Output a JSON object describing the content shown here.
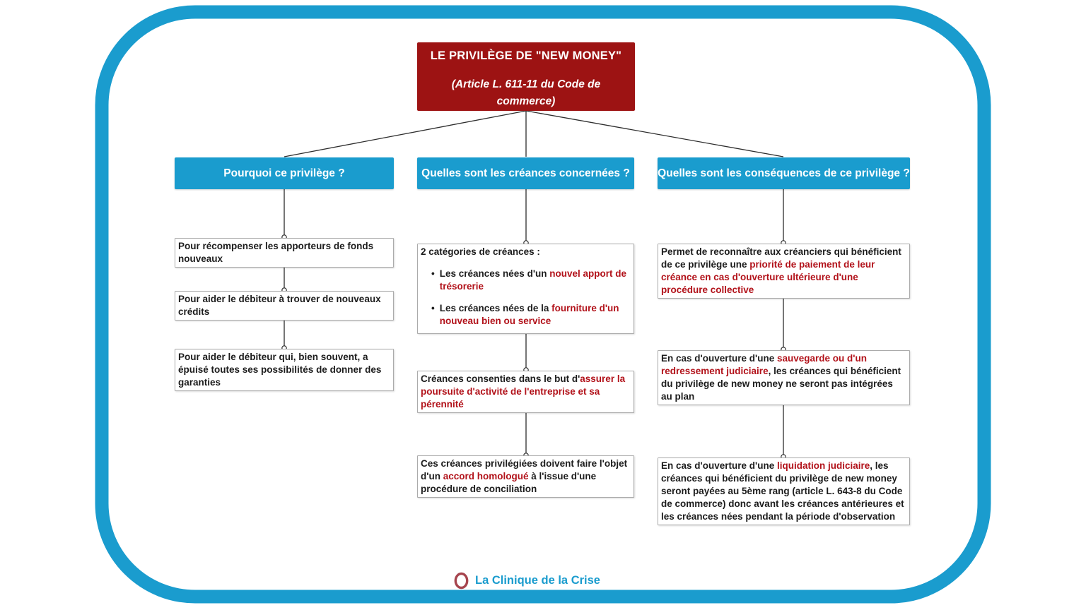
{
  "palette": {
    "blue": "#1a9cce",
    "title_bg": "#9d1313",
    "accent_red": "#b2121a",
    "text": "#1c1c1c"
  },
  "title": {
    "line1": "LE PRIVILÈGE DE \"NEW MONEY\"",
    "line2": "(Article L. 611-11 du Code de commerce)"
  },
  "headers": [
    "Pourquoi ce privilège ?",
    "Quelles sont les créances concernées ?",
    "Quelles sont les conséquences de ce privilège ?"
  ],
  "boxes": {
    "left1": {
      "blocks": [
        {
          "type": "p",
          "segments": [
            {
              "t": "Pour récompenser les apporteurs de fonds nouveaux"
            }
          ]
        }
      ]
    },
    "left2": {
      "blocks": [
        {
          "type": "p",
          "segments": [
            {
              "t": "Pour aider le débiteur à trouver de nouveaux crédits"
            }
          ]
        }
      ]
    },
    "left3": {
      "blocks": [
        {
          "type": "p",
          "segments": [
            {
              "t": "Pour aider le débiteur qui, bien souvent, a épuisé toutes ses possibilités de donner des garanties"
            }
          ]
        }
      ]
    },
    "mid1": {
      "blocks": [
        {
          "type": "p",
          "segments": [
            {
              "t": "2 catégories de créances :"
            }
          ]
        },
        {
          "type": "bullet",
          "segments": [
            {
              "t": "Les créances nées d'un "
            },
            {
              "t": "nouvel apport de trésorerie",
              "red": true
            }
          ]
        },
        {
          "type": "bullet",
          "segments": [
            {
              "t": "Les créances nées de la "
            },
            {
              "t": "fourniture d'un nouveau bien ou service",
              "red": true
            }
          ]
        }
      ]
    },
    "mid2": {
      "blocks": [
        {
          "type": "p",
          "segments": [
            {
              "t": "Créances consenties dans le but d'"
            },
            {
              "t": "assurer la poursuite d'activité de l'entreprise et sa pérennité",
              "red": true
            }
          ]
        }
      ]
    },
    "mid3": {
      "blocks": [
        {
          "type": "p",
          "segments": [
            {
              "t": "Ces créances privilégiées doivent faire l'objet d'un "
            },
            {
              "t": "accord homologué",
              "red": true
            },
            {
              "t": " à l'issue d'une procédure de conciliation"
            }
          ]
        }
      ]
    },
    "right1": {
      "blocks": [
        {
          "type": "p",
          "segments": [
            {
              "t": "Permet de reconnaître aux créanciers qui bénéficient de ce privilège une "
            },
            {
              "t": "priorité de paiement de leur créance en cas d'ouverture ultérieure d'une procédure collective",
              "red": true
            }
          ]
        }
      ]
    },
    "right2": {
      "blocks": [
        {
          "type": "p",
          "segments": [
            {
              "t": "En cas d'ouverture d'une "
            },
            {
              "t": "sauvegarde ou d'un redressement judiciaire",
              "red": true
            },
            {
              "t": ", les créances qui bénéficient du privilège de new money ne seront pas intégrées au plan"
            }
          ]
        }
      ]
    },
    "right3": {
      "blocks": [
        {
          "type": "p",
          "segments": [
            {
              "t": "En cas d'ouverture d'une "
            },
            {
              "t": "liquidation judiciaire",
              "red": true
            },
            {
              "t": ", les créances qui bénéficient du privilège de new money seront payées au 5ème rang (article L. 643-8 du Code de commerce) donc avant les créances antérieures et les créances nées pendant la période d'observation"
            }
          ]
        }
      ]
    }
  },
  "footer": {
    "brand": "La Clinique de la Crise"
  }
}
